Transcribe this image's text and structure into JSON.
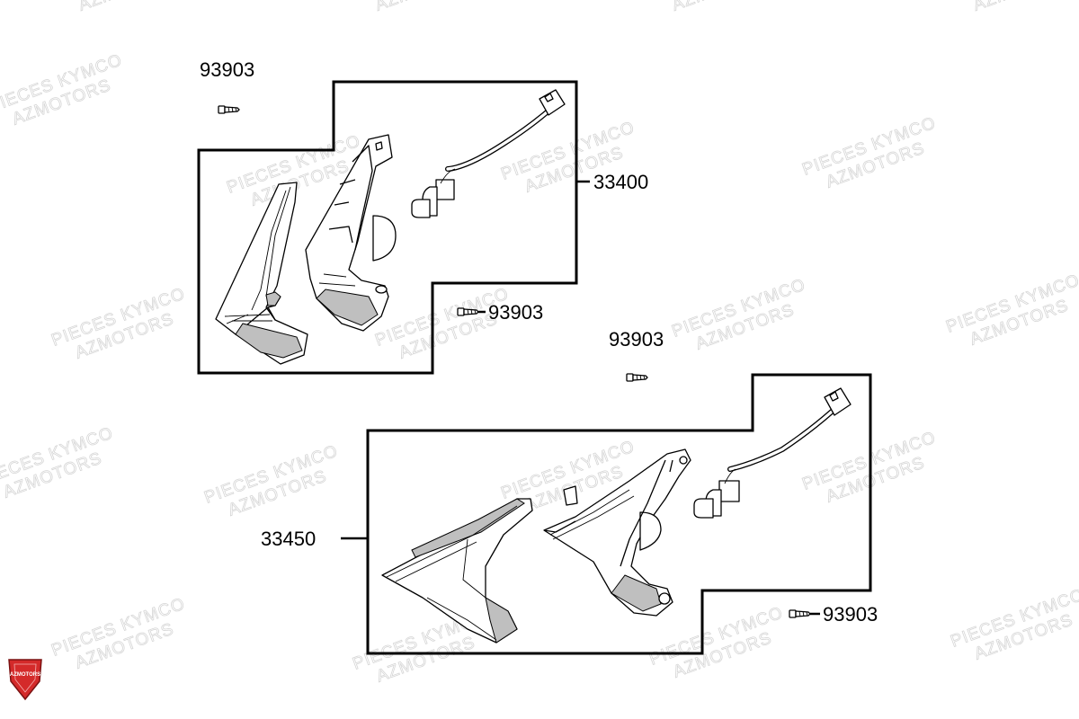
{
  "diagram": {
    "labels": {
      "screw_top_left": "93903",
      "assembly_upper": "33400",
      "screw_mid_right_upper": "93903",
      "screw_mid_right_top": "93903",
      "assembly_lower": "33450",
      "screw_bottom_right": "93903"
    },
    "watermark": {
      "line1": "PIECES KYMCO",
      "line2": "AZMOTORS"
    },
    "logo": {
      "text": "AZMOTORS",
      "color": "#d42a2a"
    }
  }
}
